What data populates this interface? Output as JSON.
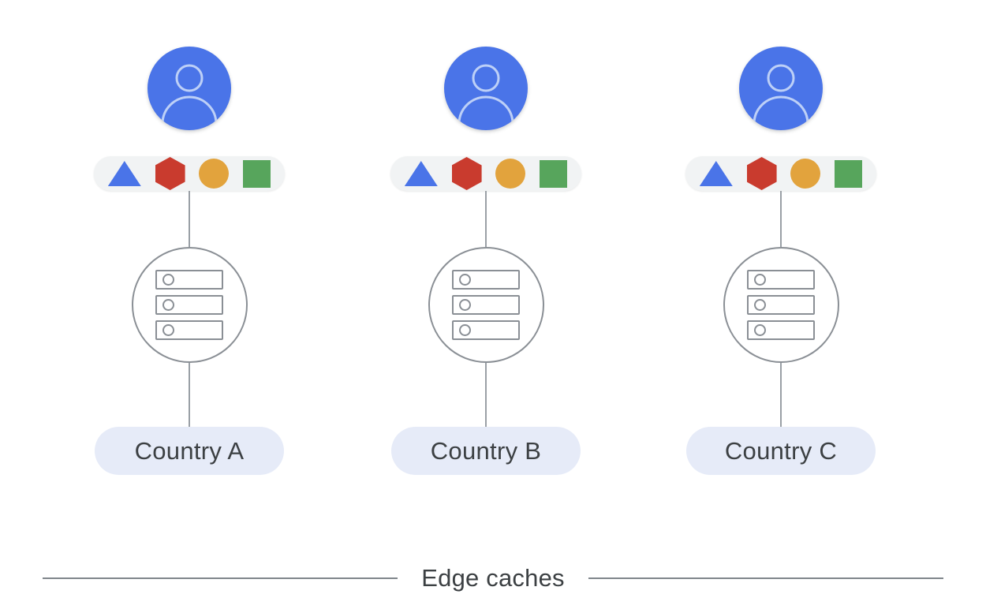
{
  "diagram": {
    "footer_label": "Edge caches",
    "colors": {
      "user_blue": "#4a74e8",
      "user_outline": "#bdd0f7",
      "shapes_pill_bg": "#f1f3f4",
      "triangle_blue": "#4a74e8",
      "hexagon_red": "#c93b2e",
      "circle_orange": "#e2a33d",
      "square_green": "#57a55c",
      "connector_gray": "#9aa0a6",
      "server_stroke_gray": "#8a8f95",
      "country_pill_bg": "#e6ebf8",
      "text_dark": "#3c4043",
      "footer_line_gray": "#80868b"
    },
    "columns": [
      {
        "label": "Country A",
        "user_icon": "user-avatar-icon",
        "server_icon": "server-stack-icon",
        "cached_items": [
          "triangle",
          "hexagon",
          "circle",
          "square"
        ]
      },
      {
        "label": "Country B",
        "user_icon": "user-avatar-icon",
        "server_icon": "server-stack-icon",
        "cached_items": [
          "triangle",
          "hexagon",
          "circle",
          "square"
        ]
      },
      {
        "label": "Country C",
        "user_icon": "user-avatar-icon",
        "server_icon": "server-stack-icon",
        "cached_items": [
          "triangle",
          "hexagon",
          "circle",
          "square"
        ]
      }
    ]
  }
}
